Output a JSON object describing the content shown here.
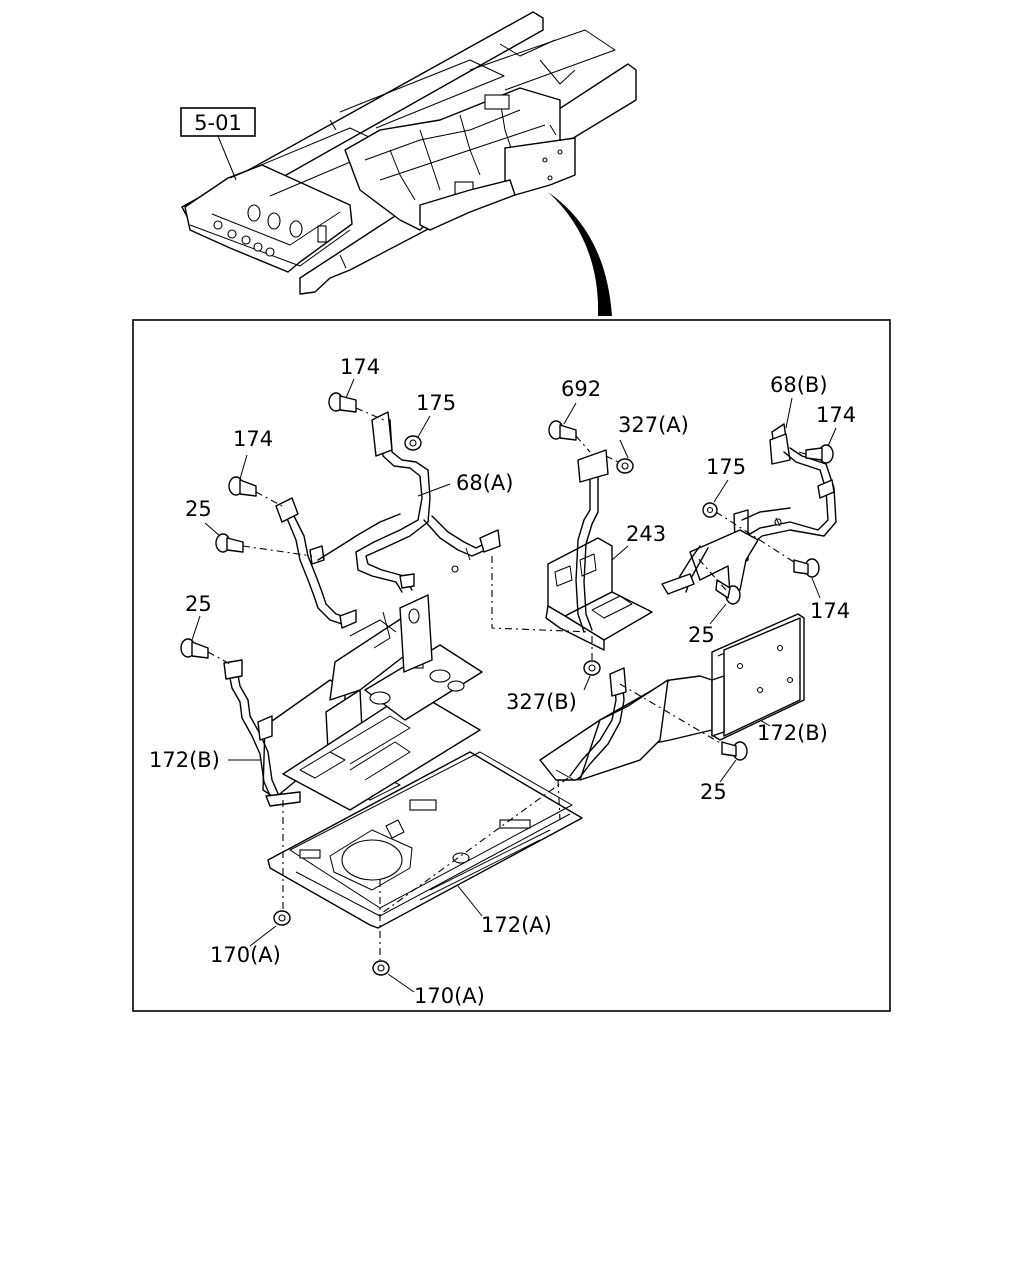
{
  "reference": {
    "box_label": "5-01"
  },
  "callouts": [
    {
      "id": "c-174-top",
      "text": "174"
    },
    {
      "id": "c-175-top",
      "text": "175"
    },
    {
      "id": "c-174-left",
      "text": "174"
    },
    {
      "id": "c-68a",
      "text": "68(A)"
    },
    {
      "id": "c-25-left",
      "text": "25"
    },
    {
      "id": "c-25-left2",
      "text": "25"
    },
    {
      "id": "c-172b-left",
      "text": "172(B)"
    },
    {
      "id": "c-692",
      "text": "692"
    },
    {
      "id": "c-327a",
      "text": "327(A)"
    },
    {
      "id": "c-243",
      "text": "243"
    },
    {
      "id": "c-327b",
      "text": "327(B)"
    },
    {
      "id": "c-68b",
      "text": "68(B)"
    },
    {
      "id": "c-174-right",
      "text": "174"
    },
    {
      "id": "c-175-right",
      "text": "175"
    },
    {
      "id": "c-174-right2",
      "text": "174"
    },
    {
      "id": "c-25-right",
      "text": "25"
    },
    {
      "id": "c-172b-right",
      "text": "172(B)"
    },
    {
      "id": "c-25-bottom",
      "text": "25"
    },
    {
      "id": "c-172a",
      "text": "172(A)"
    },
    {
      "id": "c-170a-left",
      "text": "170(A)"
    },
    {
      "id": "c-170a-bottom",
      "text": "170(A)"
    }
  ]
}
